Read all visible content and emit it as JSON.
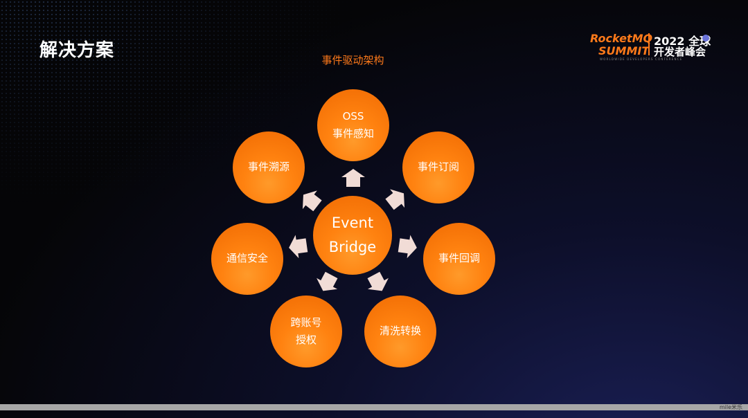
{
  "slide": {
    "title": "解决方案",
    "diagram_title": "事件驱动架构"
  },
  "logo": {
    "line1": "RocketMQ",
    "line2": "SUMMIT",
    "year_text": "2022 全球",
    "event_text": "开发者峰会",
    "subtitle": "WORLDWIDE DEVELOPERS CONFERENCE"
  },
  "center": {
    "line1": "Event",
    "line2": "Bridge"
  },
  "nodes": [
    {
      "line1": "OSS",
      "line2": "事件感知"
    },
    {
      "line1": "事件订阅",
      "line2": ""
    },
    {
      "line1": "事件回调",
      "line2": ""
    },
    {
      "line1": "清洗转换",
      "line2": ""
    },
    {
      "line1": "跨账号",
      "line2": "授权"
    },
    {
      "line1": "通信安全",
      "line2": ""
    },
    {
      "line1": "事件溯源",
      "line2": ""
    }
  ],
  "watermark": "mile米乐",
  "colors": {
    "accent": "#ff7a1a",
    "node": "#ff8210",
    "arrow": "#f1dcd6"
  }
}
